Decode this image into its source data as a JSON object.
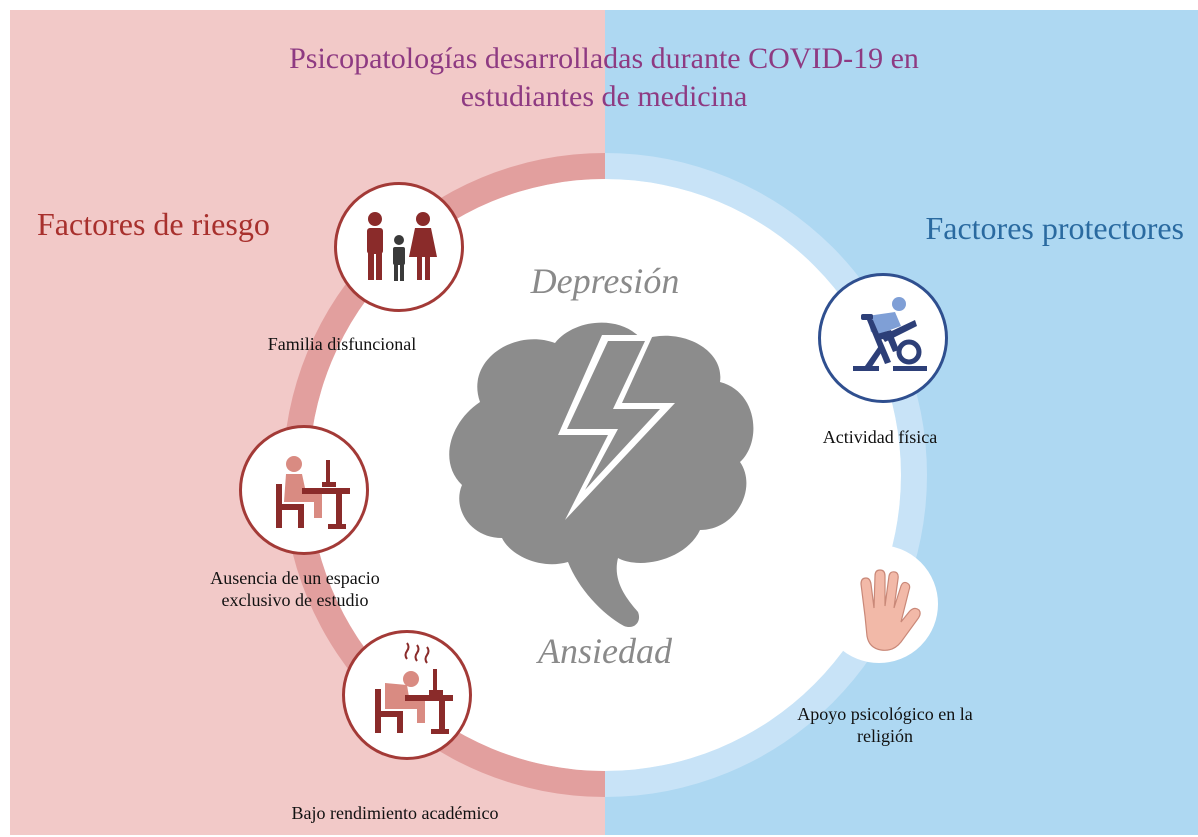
{
  "title": {
    "line1": "Psicopatologías desarrolladas durante COVID-19 en",
    "line2": "estudiantes de medicina"
  },
  "risk": {
    "heading": "Factores de riesgo",
    "items": [
      {
        "label": "Familia disfuncional",
        "icon": "family-icon"
      },
      {
        "label_line1": "Ausencia de un espacio",
        "label_line2": "exclusivo de estudio",
        "icon": "desk-study-icon"
      },
      {
        "label": "Bajo rendimiento académico",
        "icon": "stressed-student-icon"
      }
    ]
  },
  "protective": {
    "heading": "Factores protectores",
    "items": [
      {
        "label": "Actividad física",
        "icon": "stationary-bike-icon"
      },
      {
        "label_line1": "Apoyo psicológico en la",
        "label_line2": "religión",
        "icon": "open-hand-icon"
      }
    ]
  },
  "center": {
    "top": "Depresión",
    "bottom": "Ansiedad",
    "icon": "brain-lightning-icon"
  },
  "colors": {
    "left_bg": "#f2c9c8",
    "right_bg": "#aed8f2",
    "title": "#8e3a82",
    "risk": "#a8302d",
    "protective": "#2a6aa0"
  }
}
